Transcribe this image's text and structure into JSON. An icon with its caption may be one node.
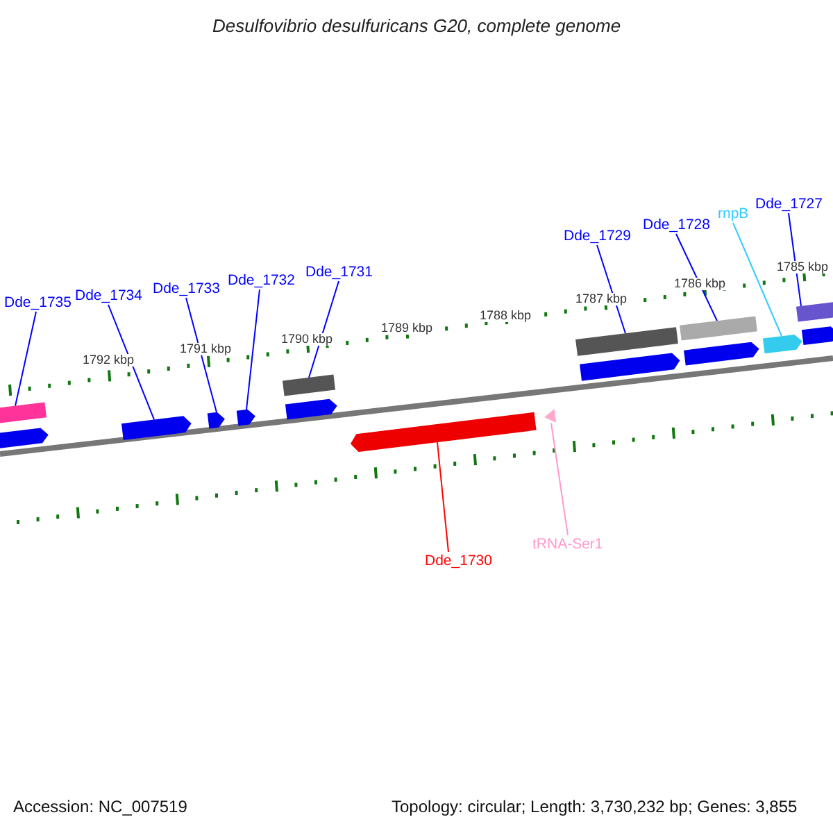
{
  "diagram": {
    "title": "Desulfovibrio desulfuricans G20, complete genome",
    "nodes": [
      {
        "text": [
          "Dde_1735"
        ]
      },
      {
        "text": [
          "Dde_1734"
        ]
      },
      {
        "text": [
          "Dde_1733"
        ]
      },
      {
        "text": [
          "Dde_1732"
        ]
      },
      {
        "text": [
          "Dde_1731"
        ]
      },
      {
        "text": [
          "Dde_1729"
        ]
      },
      {
        "text": [
          "Dde_1728"
        ]
      },
      {
        "text": [
          "rnpB"
        ]
      },
      {
        "text": [
          "Dde_1727"
        ]
      },
      {
        "text": [],
        "shape": "bar"
      },
      {
        "text": [],
        "shape": "arrow"
      },
      {
        "text": [],
        "shape": "arrow"
      },
      {
        "text": [],
        "shape": "arrow"
      },
      {
        "text": [],
        "shape": "arrow"
      },
      {
        "text": [],
        "shape": "bar"
      },
      {
        "text": [],
        "shape": "arrow"
      },
      {
        "text": [],
        "shape": "arrow"
      },
      {
        "text": [],
        "shape": "triangle"
      },
      {
        "text": [],
        "shape": "bar"
      },
      {
        "text": [],
        "shape": "arrow"
      },
      {
        "text": [],
        "shape": "bar"
      },
      {
        "text": [],
        "shape": "arrow"
      },
      {
        "text": [],
        "shape": "arrow"
      },
      {
        "text": [],
        "shape": "bar"
      },
      {
        "text": [],
        "shape": "arrow"
      },
      {
        "text": [
          "Dde_1730"
        ]
      },
      {
        "text": [
          "tRNA-Ser1"
        ]
      }
    ],
    "edges": [
      {
        "from": 0,
        "to": 9,
        "arrow": "none"
      },
      {
        "from": 1,
        "to": 11,
        "arrow": "none"
      },
      {
        "from": 2,
        "to": 12,
        "arrow": "none"
      },
      {
        "from": 3,
        "to": 13,
        "arrow": "none"
      },
      {
        "from": 4,
        "to": 14,
        "arrow": "none"
      },
      {
        "from": 5,
        "to": 18,
        "arrow": "none"
      },
      {
        "from": 6,
        "to": 20,
        "arrow": "none"
      },
      {
        "from": 7,
        "to": 22,
        "arrow": "none",
        "color": "#33ccff"
      },
      {
        "from": 8,
        "to": 23,
        "arrow": "none"
      },
      {
        "from": 25,
        "to": 16,
        "arrow": "none",
        "color": "#ff0000"
      },
      {
        "from": 26,
        "to": 17,
        "arrow": "none",
        "color": "#ff99cc"
      }
    ],
    "labels": [
      "1792 kbp",
      "1791 kbp",
      "1790 kbp",
      "1789 kbp",
      "1788 kbp",
      "1787 kbp",
      "1786 kbp",
      "1785 kbp",
      "Accession: NC_007519",
      "Topology: circular; Length: 3,730,232 bp; Genes: 3,855"
    ]
  }
}
